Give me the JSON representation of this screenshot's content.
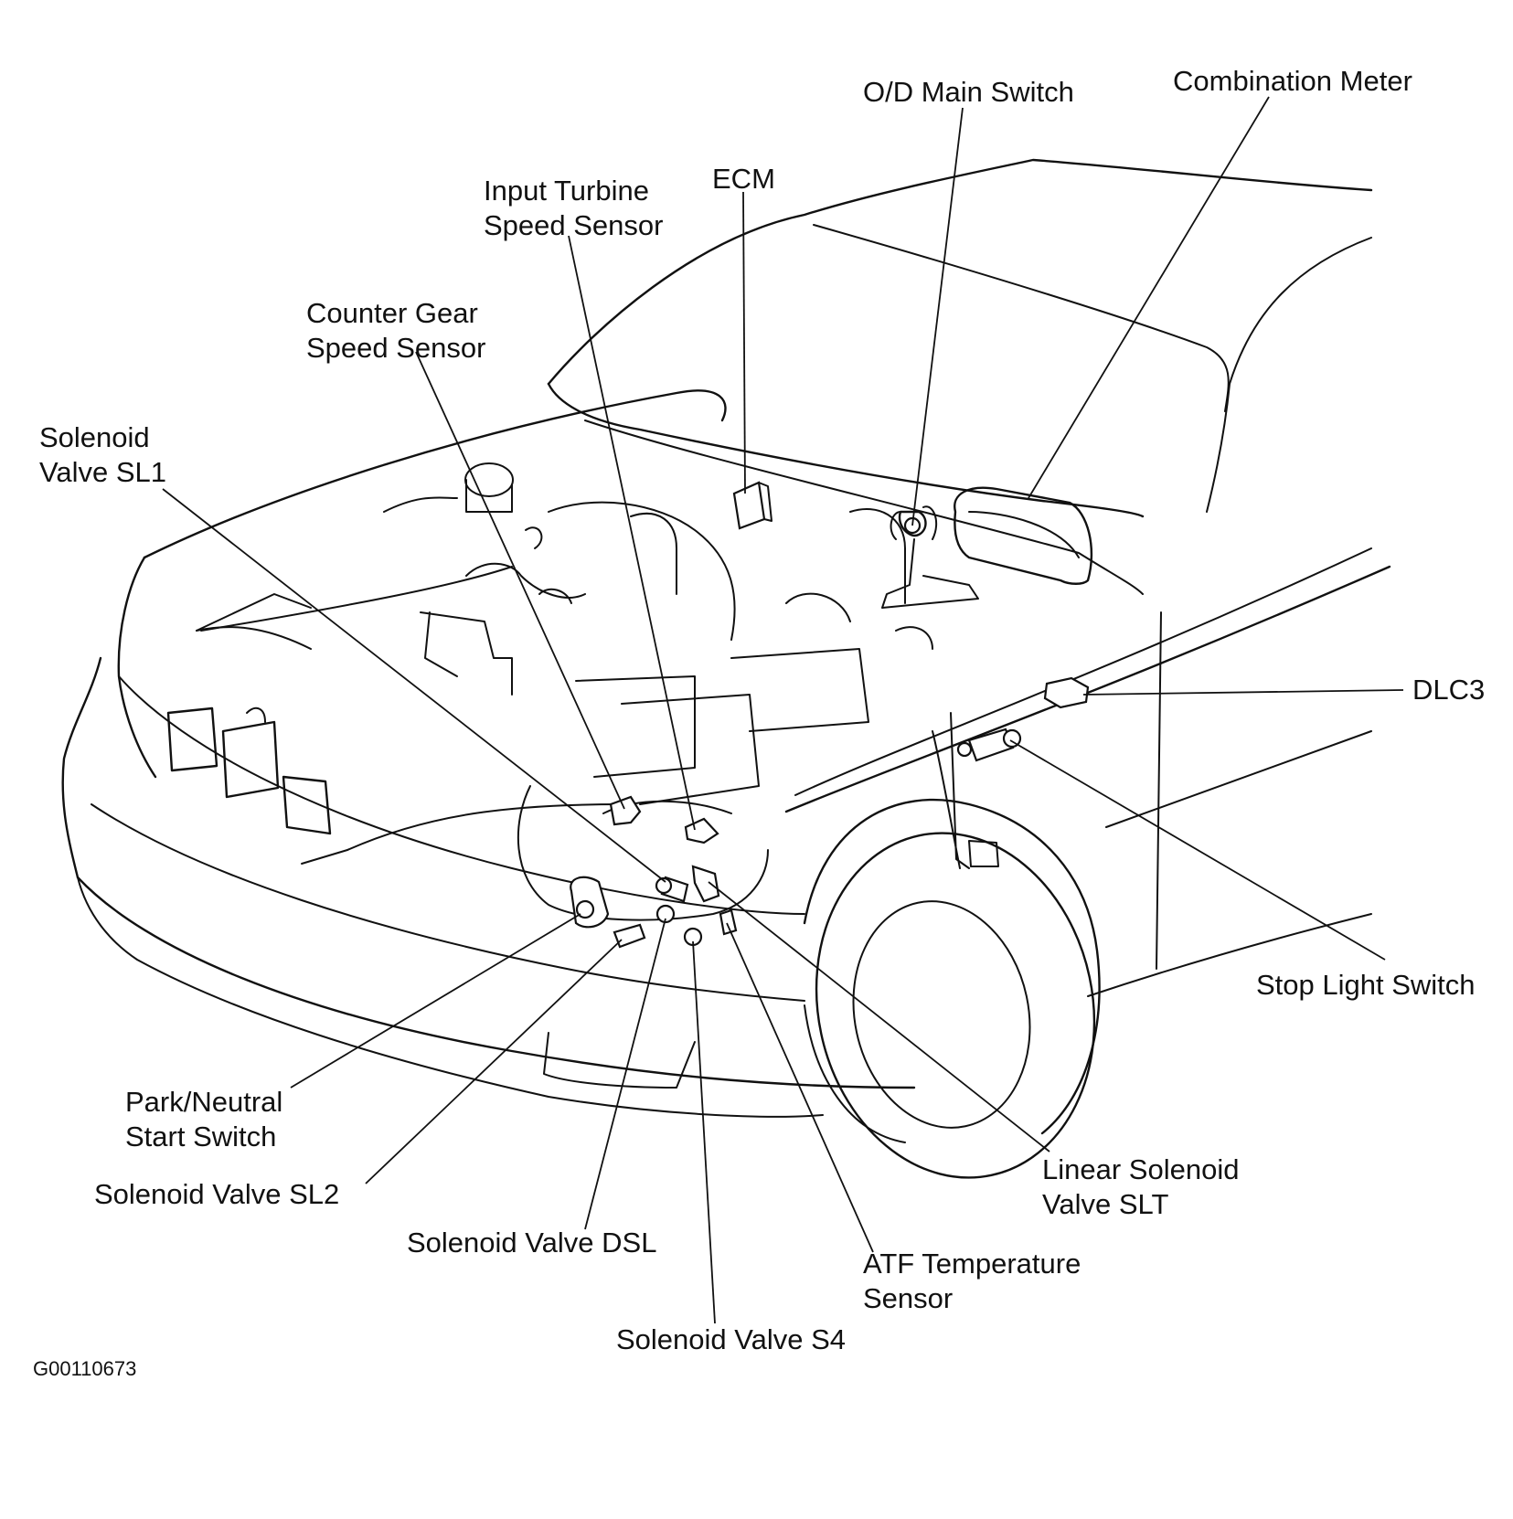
{
  "labels": {
    "od_main_switch": "O/D Main Switch",
    "combination_meter": "Combination Meter",
    "ecm": "ECM",
    "input_turbine_speed_sensor": "Input Turbine\nSpeed Sensor",
    "counter_gear_speed_sensor": "Counter Gear\nSpeed Sensor",
    "solenoid_valve_sl1": "Solenoid\nValve SL1",
    "dlc3": "DLC3",
    "stop_light_switch": "Stop Light Switch",
    "park_neutral_start_switch": "Park/Neutral\nStart Switch",
    "solenoid_valve_sl2": "Solenoid Valve SL2",
    "solenoid_valve_dsl": "Solenoid Valve DSL",
    "solenoid_valve_s4": "Solenoid Valve S4",
    "atf_temperature_sensor": "ATF Temperature\nSensor",
    "linear_solenoid_valve_slt": "Linear Solenoid\nValve SLT"
  },
  "figure_code": "G00110673",
  "colors": {
    "ink": "#111111",
    "paper": "#ffffff"
  }
}
